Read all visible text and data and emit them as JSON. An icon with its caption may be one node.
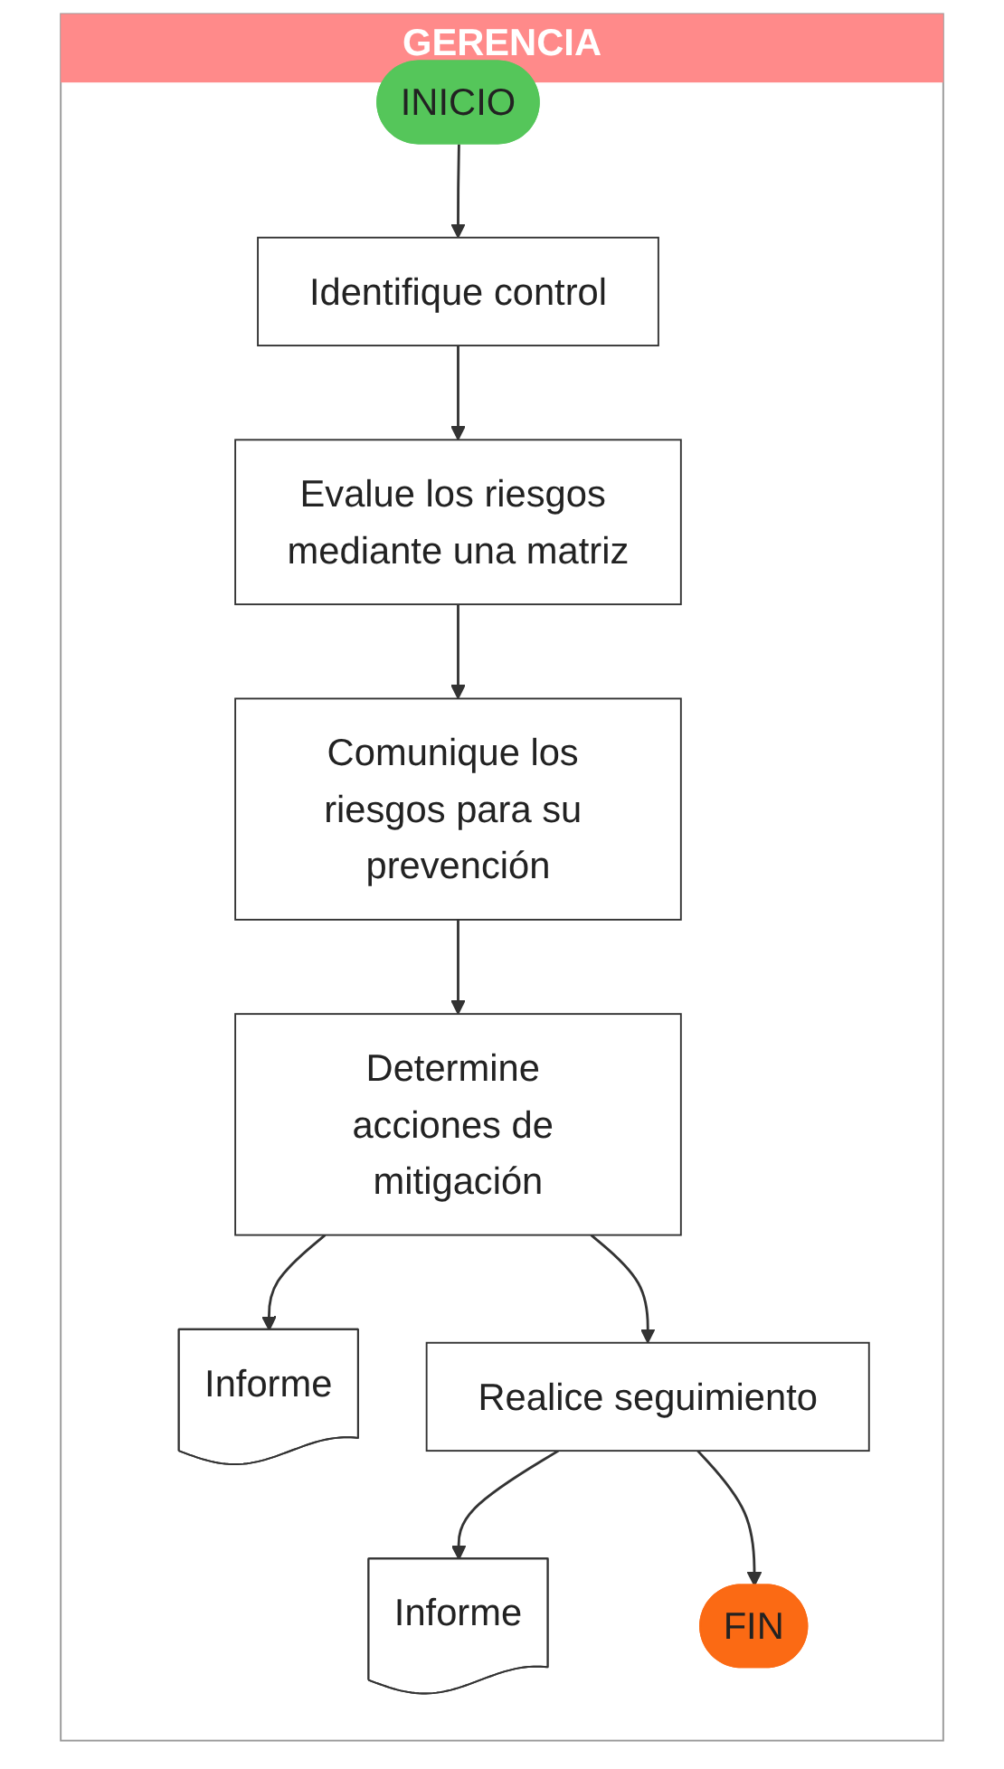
{
  "diagram": {
    "nodes": [
      {
        "text": [
          "GERENCIA"
        ]
      },
      {
        "text": [
          "INICIO"
        ],
        "in": 0
      },
      {
        "text": [
          "Identifique control"
        ],
        "in": 0
      },
      {
        "text": [
          "Evalue los riesgos mediante una matriz"
        ],
        "in": 0
      },
      {
        "text": [
          "Comunique los riesgos para su prevención"
        ],
        "in": 0
      },
      {
        "text": [
          "Determine acciones de mitigación"
        ],
        "in": 0
      },
      {
        "text": [
          "Informe"
        ],
        "in": 0
      },
      {
        "text": [
          "Realice seguimiento"
        ],
        "in": 0
      },
      {
        "text": [
          "Informe"
        ],
        "in": 0
      },
      {
        "text": [
          "FIN"
        ],
        "in": 0
      }
    ],
    "edges": [
      {
        "from": 1,
        "to": 2,
        "arrow": "to"
      },
      {
        "from": 2,
        "to": 3,
        "arrow": "to"
      },
      {
        "from": 3,
        "to": 4,
        "arrow": "to"
      },
      {
        "from": 4,
        "to": 5,
        "arrow": "to"
      },
      {
        "from": 5,
        "to": 6,
        "arrow": "to"
      },
      {
        "from": 5,
        "to": 7,
        "arrow": "to"
      },
      {
        "from": 7,
        "to": 8,
        "arrow": "to"
      },
      {
        "from": 7,
        "to": 9,
        "arrow": "to"
      }
    ]
  }
}
